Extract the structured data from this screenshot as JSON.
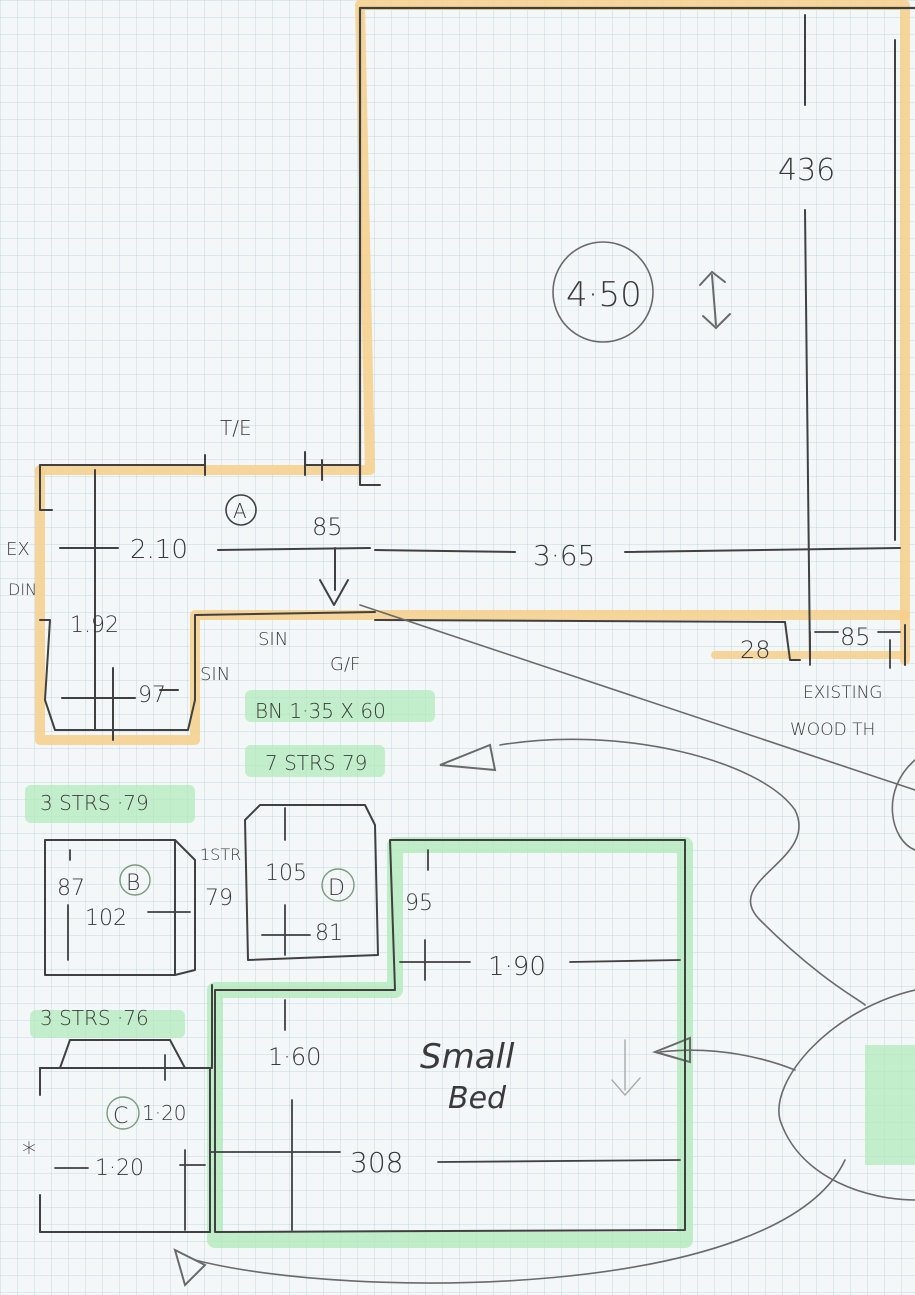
{
  "sketch": {
    "upper_room": {
      "height": "436",
      "area": "4·50"
    },
    "corridor": {
      "top_label": "T/E",
      "area_letter": "A",
      "door_width": "85",
      "left_note": "EX",
      "left_note2": "DIN",
      "width": "2.10",
      "length": "3·65",
      "depth": "1.92",
      "step": "97",
      "sin_left": "SIN",
      "sin_right": "SIN",
      "gf": "G/F",
      "end_a": "28",
      "end_b": "85",
      "existing_1": "EXISTING",
      "existing_2": "WOOD TH"
    },
    "notes": {
      "bn": "BN 1·35 X 60",
      "stairs_d": "7 STRS 79",
      "stairs_b": "3 STRS ·79",
      "stairs_1": "1STR",
      "stairs_1_val": "79",
      "stairs_c": "3 STRS ·76"
    },
    "box_b": {
      "letter": "B",
      "depth": "87",
      "width": "102"
    },
    "box_d": {
      "letter": "D",
      "depth": "105",
      "width": "81"
    },
    "small_bed": {
      "label_1": "Small",
      "label_2": "Bed",
      "depth_top": "95",
      "width_top": "1·90",
      "depth": "1·60",
      "width": "308"
    },
    "box_c": {
      "letter": "C",
      "depth": "1·20",
      "width": "1·20",
      "star": "*"
    }
  }
}
